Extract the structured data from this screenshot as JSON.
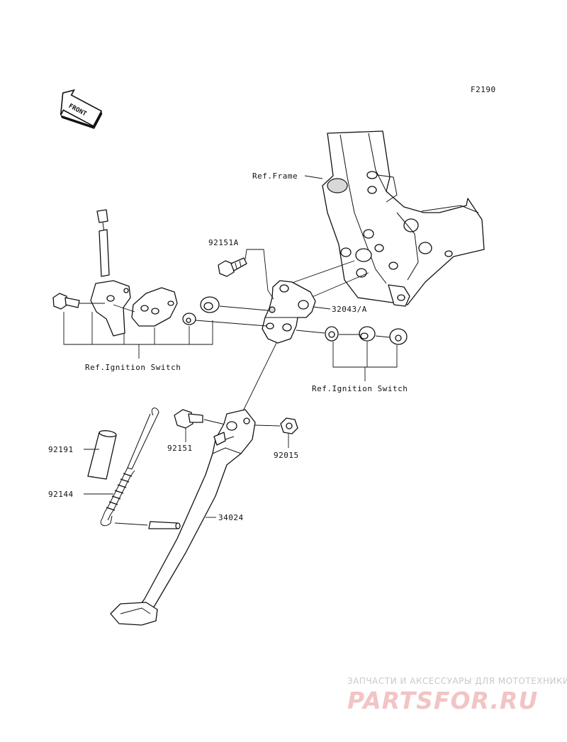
{
  "diagram_code": "F2190",
  "front_arrow_label": "FRONT",
  "labels": {
    "ref_frame": "Ref.Frame",
    "ref_ignition_switch_left": "Ref.Ignition Switch",
    "ref_ignition_switch_right": "Ref.Ignition Switch"
  },
  "part_numbers": {
    "bolt_top": "92151A",
    "bracket": "32043/A",
    "bolt_pivot": "92151",
    "nut": "92015",
    "sleeve": "92191",
    "spring": "92144",
    "side_stand": "34024"
  },
  "watermark": {
    "caption": "ЗАПЧАСТИ И АКСЕССУАРЫ ДЛЯ МОТОТЕХНИКИ",
    "brand": "PARTSFOR.RU"
  }
}
